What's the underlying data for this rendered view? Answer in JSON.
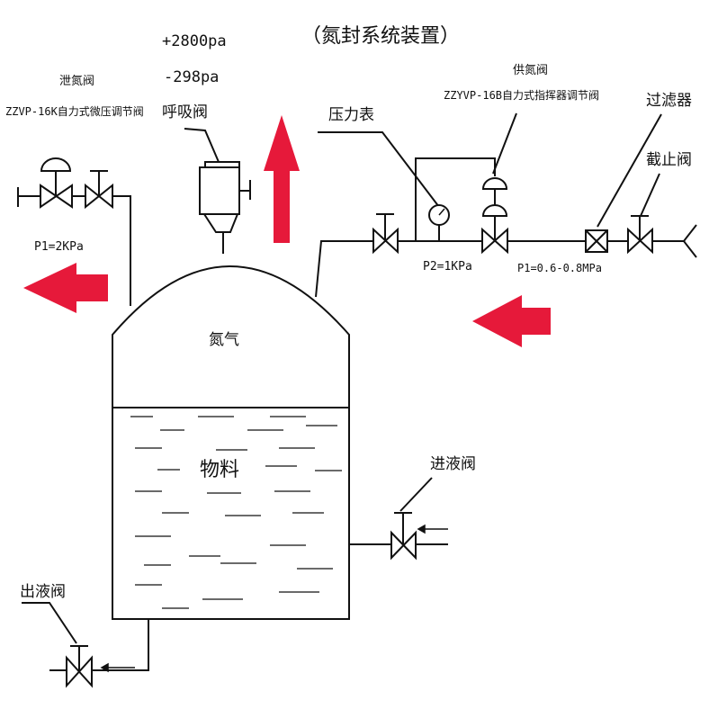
{
  "title": "（氮封系统装置）",
  "colors": {
    "line": "#111111",
    "arrow": "#e6193a",
    "background": "#ffffff"
  },
  "breather": {
    "pressure_high": "+2800pa",
    "pressure_low": "-298pa",
    "name": "呼吸阀"
  },
  "vent_valve": {
    "name": "泄氮阀",
    "model": "ZZVP-16K自力式微压调节阀",
    "pressure": "P1=2KPa"
  },
  "supply_valve": {
    "name": "供氮阀",
    "model": "ZZYVP-16B自力式指挥器调节阀",
    "pressure_downstream": "P2=1KPa",
    "pressure_upstream": "P1=0.6-0.8MPa"
  },
  "gauge": {
    "name": "压力表"
  },
  "filter": {
    "name": "过滤器"
  },
  "shutoff_valve": {
    "name": "截止阀"
  },
  "tank": {
    "gas": "氮气",
    "material": "物料"
  },
  "inlet_valve": {
    "name": "进液阀"
  },
  "outlet_valve": {
    "name": "出液阀"
  },
  "icons": [
    "valve-icon",
    "diaphragm-actuator-icon",
    "pressure-gauge-icon",
    "filter-icon",
    "breather-valve-icon",
    "flow-arrow-icon"
  ]
}
